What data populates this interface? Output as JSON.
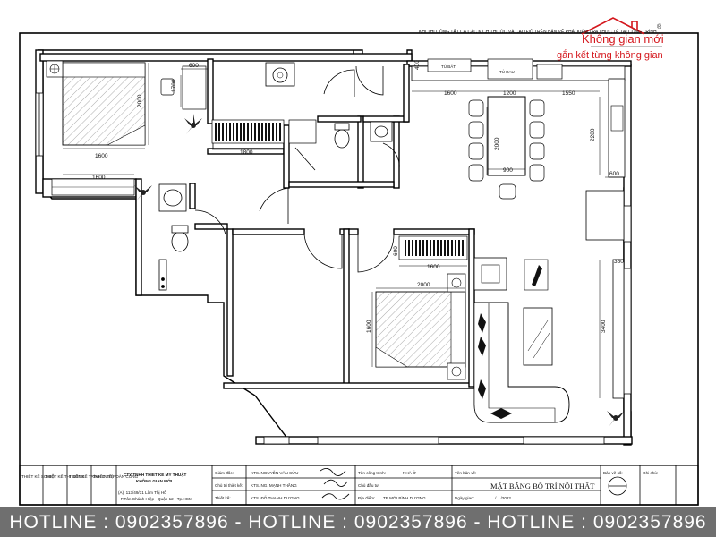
{
  "note": "KHI THI CÔNG TẤT CẢ CÁC KÍCH THƯỚC VÀ CAO ĐỘ TRÊN BẢN VẼ PHẢI KIỂM TRA THỰC TẾ TẠI CÔNG TRÌNH",
  "brand": {
    "name": "Không gian mới",
    "slogan": "gắn kết từng không gian",
    "accent": "#d4161c"
  },
  "dimensions": {
    "d600_top": "600",
    "d1700": "1700",
    "d2000_left": "2000",
    "d1600_bed1": "1600",
    "d1600_bed1b": "1600",
    "d1800": "1800",
    "d400": "400",
    "d1600_kitchen": "1600",
    "d1200": "1200",
    "d1550": "1550",
    "d2280": "2280",
    "d2000_table": "2000",
    "d900": "900",
    "d600_right": "600",
    "d600_bed2": "600",
    "d1600_wardrobe": "1600",
    "d2000_bed2": "2000",
    "d1600_bed2": "1600",
    "d350": "350",
    "d3400": "3400"
  },
  "labels": {
    "to_bat": "TỦ BÁT",
    "tu_rau": "TỦ RAU"
  },
  "title_block": {
    "roles": [
      "THIẾT KẾ SƠ BỘ",
      "THIẾT KẾ THI CÔNG",
      "THIẾT KẾ TRÌNH DUYỆT",
      "THIẾT KẾ HOÀN CÔNG"
    ],
    "company_line1": "CTY TNHH THIẾT KẾ MỸ THUẬT",
    "company_line2": "KHÔNG GIAN MỚI",
    "address_line1": "(A): 113/49/31 Lâm Thị Hố",
    "address_line2": "- P.Tân Chánh Hiệp - Quận 12 - Tp.HCM",
    "director_label": "Giám đốc:",
    "director_name": "KTS. NGUYỄN VĂN SỬU",
    "lead_label": "Chủ trì thiết kế:",
    "lead_name": "KTS. NG. MẠNH THẮNG",
    "designer_label": "Thiết kế:",
    "designer_name": "KTS. ĐỖ THANH DƯƠNG",
    "project_label": "Tên công trình:",
    "project_value": "NHÀ Ở",
    "owner_label": "Chủ đầu tư:",
    "owner_value": "",
    "location_label": "Địa điểm:",
    "location_value": "TP MỚI BÌNH DƯƠNG",
    "drawing_label": "Tên bản vẽ:",
    "drawing_title": "MẶT BẰNG BỐ TRÍ NỘI THẤT",
    "date_label": "Ngày giao:",
    "date_value": "..../..../2022",
    "sheet_label": "Bản vẽ số:",
    "notes_label": "Ghi chú:"
  },
  "hotline": "HOTLINE : 0902357896 - HOTLINE : 0902357896 - HOTLINE : 0902357896"
}
